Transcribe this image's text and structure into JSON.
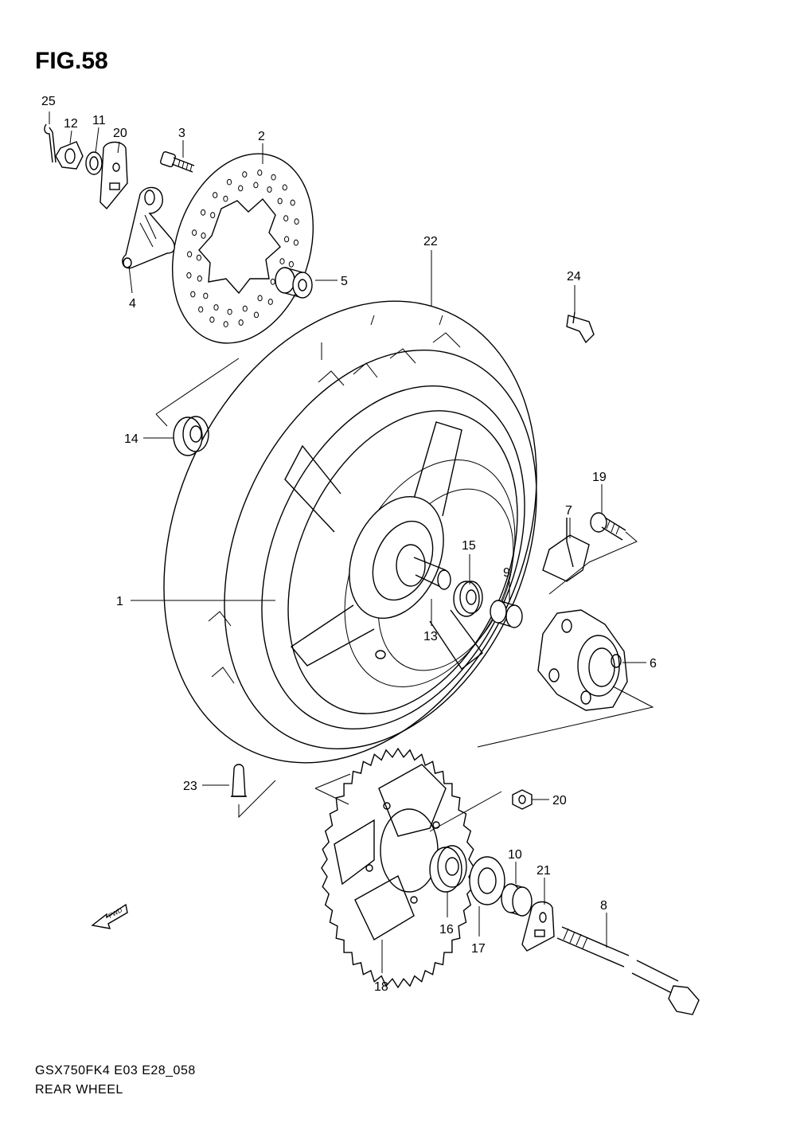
{
  "figure": {
    "title": "FIG.58"
  },
  "footer": {
    "model_code": "GSX750FK4 E03 E28_058",
    "name": "REAR WHEEL"
  },
  "icons": {
    "fwd_arrow": "FWD"
  },
  "parts": [
    {
      "id": "part-1",
      "label": "1"
    },
    {
      "id": "part-2",
      "label": "2"
    },
    {
      "id": "part-3",
      "label": "3"
    },
    {
      "id": "part-4",
      "label": "4"
    },
    {
      "id": "part-5",
      "label": "5"
    },
    {
      "id": "part-6",
      "label": "6"
    },
    {
      "id": "part-7",
      "label": "7"
    },
    {
      "id": "part-8",
      "label": "8"
    },
    {
      "id": "part-9",
      "label": "9"
    },
    {
      "id": "part-10",
      "label": "10"
    },
    {
      "id": "part-11",
      "label": "11"
    },
    {
      "id": "part-12",
      "label": "12"
    },
    {
      "id": "part-13",
      "label": "13"
    },
    {
      "id": "part-14",
      "label": "14"
    },
    {
      "id": "part-15",
      "label": "15"
    },
    {
      "id": "part-16",
      "label": "16"
    },
    {
      "id": "part-17",
      "label": "17"
    },
    {
      "id": "part-18",
      "label": "18"
    },
    {
      "id": "part-19",
      "label": "19"
    },
    {
      "id": "part-20a",
      "label": "20"
    },
    {
      "id": "part-20b",
      "label": "20"
    },
    {
      "id": "part-21",
      "label": "21"
    },
    {
      "id": "part-22",
      "label": "22"
    },
    {
      "id": "part-23",
      "label": "23"
    },
    {
      "id": "part-24",
      "label": "24"
    },
    {
      "id": "part-25",
      "label": "25"
    }
  ]
}
